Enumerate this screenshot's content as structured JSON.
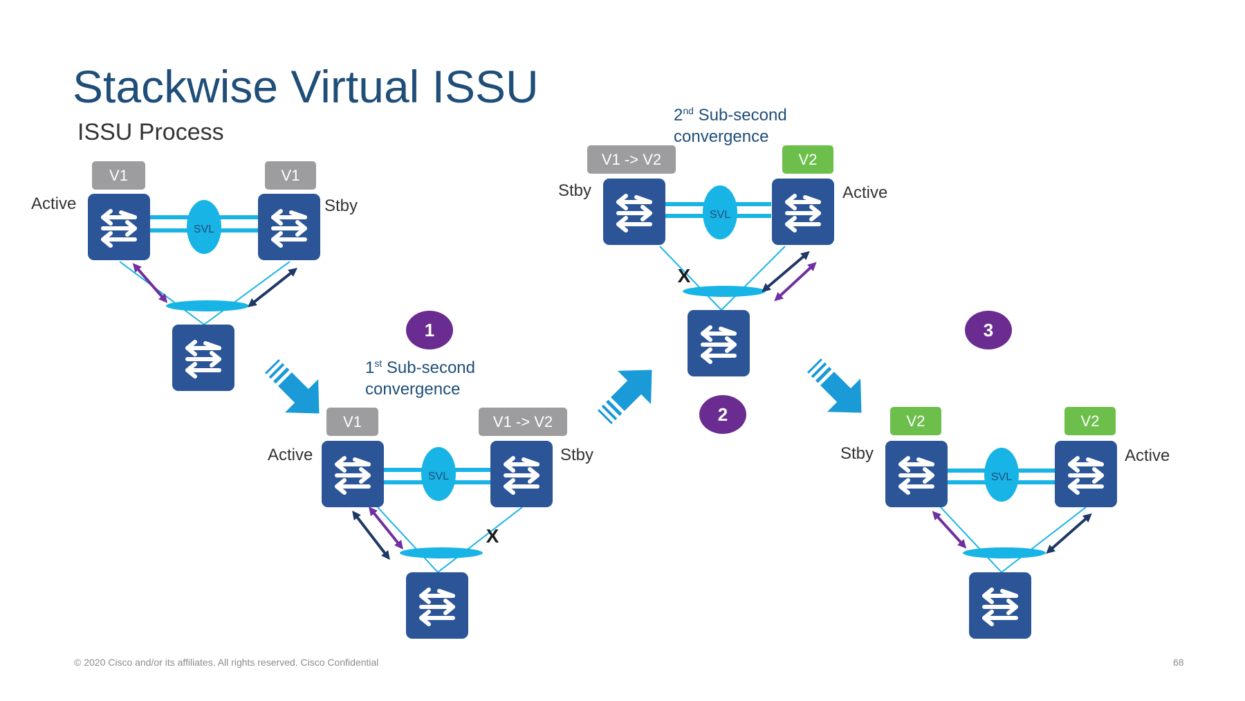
{
  "title": "Stackwise Virtual ISSU",
  "subtitle": "ISSU Process",
  "svl_label": "SVL",
  "cross_mark": "X",
  "stage0": {
    "left_version": "V1",
    "right_version": "V1",
    "left_role": "Active",
    "right_role": "Stby"
  },
  "stage1": {
    "step": "1",
    "convergence_ord": "1",
    "convergence_sup": "st",
    "convergence_rest": " Sub-second",
    "convergence_line2": "convergence",
    "left_version": "V1",
    "right_version": "V1 -> V2",
    "left_role": "Active",
    "right_role": "Stby"
  },
  "stage2": {
    "step": "2",
    "convergence_ord": "2",
    "convergence_sup": "nd",
    "convergence_rest": " Sub-second",
    "convergence_line2": "convergence",
    "left_version": "V1 -> V2",
    "right_version": "V2",
    "left_role": "Stby",
    "right_role": "Active"
  },
  "stage3": {
    "step": "3",
    "left_version": "V2",
    "right_version": "V2",
    "left_role": "Stby",
    "right_role": "Active"
  },
  "footer": "© 2020  Cisco and/or its affiliates. All rights reserved.   Cisco Confidential",
  "page_number": "68",
  "colors": {
    "switch": "#2b5597",
    "svl_link": "#19b4e6",
    "version_gray": "#9d9d9f",
    "version_green": "#6dbf4b",
    "step_circle": "#6a2c91",
    "title": "#1f4e79",
    "flow_arrow": "#1a9ad6",
    "purple_arrow": "#7030a0",
    "navy_arrow": "#1f3864"
  }
}
